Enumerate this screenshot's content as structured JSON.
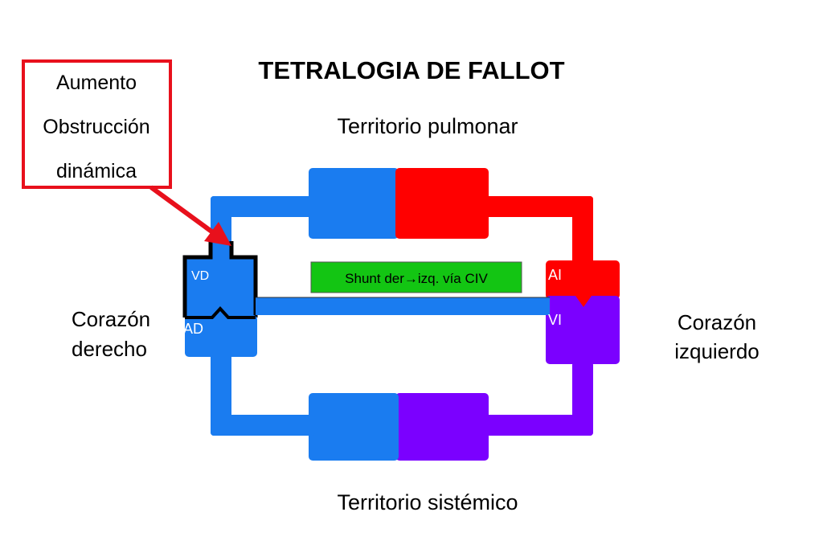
{
  "title": "TETRALOGIA DE FALLOT",
  "callout": {
    "line1": "Aumento",
    "line2": "Obstrucción",
    "line3": "dinámica"
  },
  "labels": {
    "pulmonary_territory": "Territorio pulmonar",
    "systemic_territory": "Territorio sistémico",
    "right_heart_line1": "Corazón",
    "right_heart_line2": "derecho",
    "left_heart_line1": "Corazón",
    "left_heart_line2": "izquierdo",
    "vd": "VD",
    "ad": "AD",
    "ai": "AI",
    "vi": "VI"
  },
  "shunt": {
    "prefix": "Shunt der",
    "arrow": "→",
    "suffix": "izq. vía CIV"
  },
  "colors": {
    "venous_blue": "#1a7cf0",
    "arterial_red": "#ff0000",
    "mixed_purple": "#7b00ff",
    "callout_red": "#e8101c",
    "shunt_green": "#13c513",
    "outline_black": "#000000"
  }
}
